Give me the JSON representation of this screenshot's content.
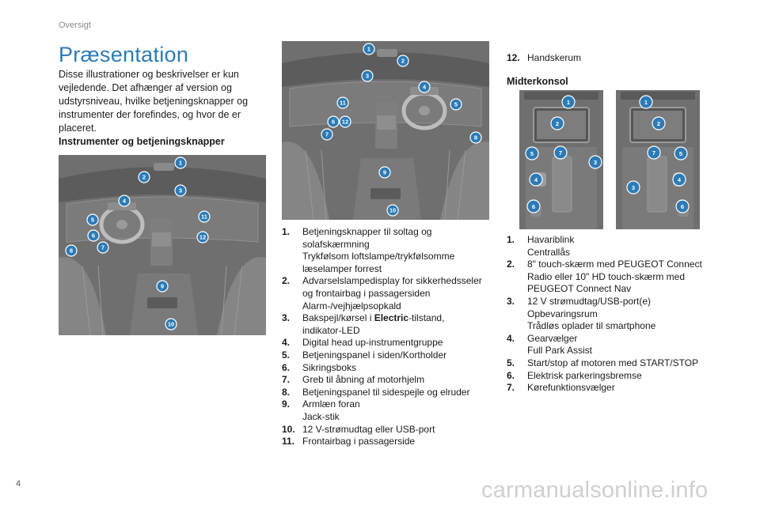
{
  "header": {
    "section": "Oversigt"
  },
  "page": {
    "number": "4",
    "watermark": "carmanualsonline.info"
  },
  "title": "Præsentation",
  "intro": "Disse illustrationer og beskrivelser er kun vejledende. Det afhænger af version og udstyrsniveau, hvilke betjeningsknapper og instrumenter der forefindes, og hvor de er placeret.",
  "section1": {
    "heading": "Instrumenter og betjeningsknapper"
  },
  "section2": {
    "heading": "Midterkonsol"
  },
  "colors": {
    "accent": "#2c7bb6",
    "image_bg": "#6f6f6f"
  },
  "image_badges": {
    "left_dashboard": [
      "1",
      "2",
      "3",
      "4",
      "5",
      "6",
      "7",
      "8",
      "9",
      "10",
      "11",
      "12"
    ],
    "right_dashboard": [
      "1",
      "2",
      "3",
      "4",
      "5",
      "6",
      "7",
      "8",
      "9",
      "10",
      "11",
      "12"
    ],
    "console_left": [
      "1",
      "2",
      "3",
      "4",
      "5",
      "6",
      "7"
    ],
    "console_right": [
      "1",
      "2",
      "3",
      "4",
      "5",
      "6",
      "7"
    ]
  },
  "controls_list": [
    {
      "num": "1.",
      "lines": [
        "Betjeningsknapper til soltag og solafskærmning",
        "Trykfølsom loftslampe/trykfølsomme læselamper forrest"
      ]
    },
    {
      "num": "2.",
      "lines": [
        "Advarselslampedisplay for sikkerhedsseler og frontairbag i passagersiden",
        "Alarm-/vejhjælpsopkald"
      ]
    },
    {
      "num": "3.",
      "lines_rich": {
        "before": "Bakspejl/kørsel i ",
        "bold": "Electric",
        "after": "-tilstand,",
        "rest": "indikator-LED"
      }
    },
    {
      "num": "4.",
      "lines": [
        "Digital head up-instrumentgruppe"
      ]
    },
    {
      "num": "5.",
      "lines": [
        "Betjeningspanel i siden/Kortholder"
      ]
    },
    {
      "num": "6.",
      "lines": [
        "Sikringsboks"
      ]
    },
    {
      "num": "7.",
      "lines": [
        "Greb til åbning af motorhjelm"
      ]
    },
    {
      "num": "8.",
      "lines": [
        "Betjeningspanel til sidespejle og elruder"
      ]
    },
    {
      "num": "9.",
      "lines": [
        "Armlæn foran",
        "Jack-stik"
      ]
    },
    {
      "num": "10.",
      "lines": [
        "12 V-strømudtag eller USB-port"
      ]
    },
    {
      "num": "11.",
      "lines": [
        "Frontairbag i passagerside"
      ]
    },
    {
      "num": "12.",
      "lines": [
        "Handskerum"
      ]
    }
  ],
  "console_list": [
    {
      "num": "1.",
      "lines": [
        "Havariblink",
        "Centrallås"
      ]
    },
    {
      "num": "2.",
      "lines": [
        "8\" touch-skærm med PEUGEOT Connect Radio eller 10\" HD touch-skærm med PEUGEOT Connect Nav"
      ]
    },
    {
      "num": "3.",
      "lines": [
        "12 V strømudtag/USB-port(e)",
        "Opbevaringsrum",
        "Trådløs oplader til smartphone"
      ]
    },
    {
      "num": "4.",
      "lines": [
        "Gearvælger",
        "Full Park Assist"
      ]
    },
    {
      "num": "5.",
      "lines": [
        "Start/stop af motoren med START/STOP"
      ]
    },
    {
      "num": "6.",
      "lines": [
        "Elektrisk parkeringsbremse"
      ]
    },
    {
      "num": "7.",
      "lines": [
        "Kørefunktionsvælger"
      ]
    }
  ]
}
